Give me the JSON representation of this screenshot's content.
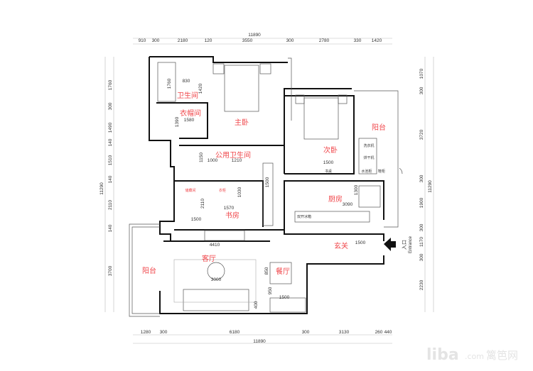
{
  "dimensions": {
    "top_total": "11890",
    "top": [
      "910",
      "300",
      "2180",
      "120",
      "3550",
      "300",
      "2780",
      "330",
      "1420"
    ],
    "bottom": [
      "1280",
      "300",
      "6180",
      "300",
      "3130",
      "260",
      "440"
    ],
    "bottom_total": "11890",
    "left": [
      "1760",
      "300",
      "1490",
      "140",
      "1510",
      "140",
      "2110",
      "140",
      "3700"
    ],
    "left_total": "11290",
    "right": [
      "1070",
      "300",
      "3720",
      "300",
      "1900",
      "300",
      "1170",
      "300",
      "2230"
    ],
    "right_total": "11290",
    "inner": [
      "830",
      "1760",
      "1420",
      "1580",
      "1390",
      "1150",
      "1000",
      "1210",
      "1500",
      "1030",
      "2110",
      "1570",
      "1500",
      "1500",
      "1300",
      "3090",
      "4410",
      "3000",
      "850",
      "950",
      "1500",
      "400",
      "1500"
    ]
  },
  "rooms": {
    "bath_master": "卫生间",
    "closet": "衣帽间",
    "master_bedroom": "主卧",
    "public_bath": "公用卫生间",
    "study": "书房",
    "second_bedroom": "次卧",
    "balcony_right": "阳台",
    "kitchen": "厨房",
    "foyer": "玄关",
    "living_room": "客厅",
    "dining_room": "餐厅",
    "balcony_left": "阳台"
  },
  "fixtures": {
    "storage": "储藏间",
    "wardrobe": "衣柜",
    "fridge": "双开冰箱",
    "washer": "洗衣机",
    "dryer": "烘干机",
    "sink_cabinet": "水池柜",
    "shoe_cabinet": "鞋柜",
    "desk": "书桌"
  },
  "entrance": {
    "cn": "入口",
    "en": "Entrance"
  },
  "watermark": {
    "logo": "liba",
    "domain": ".com",
    "cn": "篱笆网"
  }
}
